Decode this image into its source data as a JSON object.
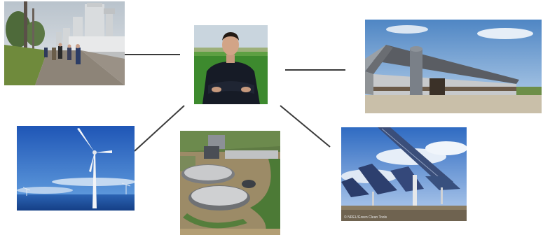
{
  "photos": {
    "center": {
      "subject": "man-in-field"
    },
    "farm_walk": {
      "subject": "farm-path-with-silos"
    },
    "barn": {
      "subject": "livestock-barn"
    },
    "wind": {
      "subject": "offshore-wind-turbine"
    },
    "biogas": {
      "subject": "biogas-digester-plant"
    },
    "solar": {
      "subject": "solar-panel-array",
      "watermark": "© NREL/Green Clean Tools"
    }
  },
  "colors": {
    "connector": "#3a3a3a",
    "background": "#ffffff"
  }
}
